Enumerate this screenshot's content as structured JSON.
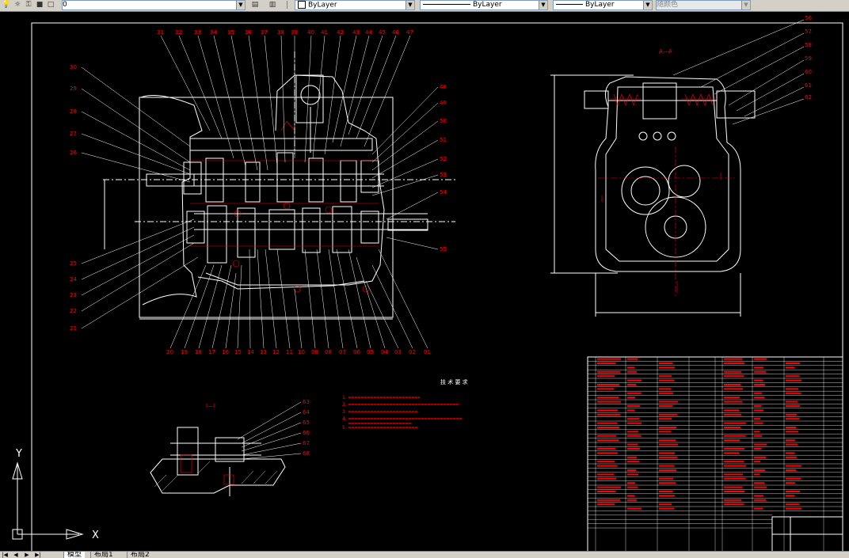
{
  "toolbar": {
    "layer_value": "0",
    "color_value": "ByLayer",
    "linetype_value": "ByLayer",
    "lineweight_value": "ByLayer",
    "plotstyle_value": "随颜色"
  },
  "drawing": {
    "section_label": "A—A",
    "detail_label": "I—I",
    "ucs_x": "X",
    "ucs_y": "Y",
    "notes_title": "技 术 要 求",
    "notes": [
      "1.",
      "2.",
      "3.",
      "4.",
      "5."
    ],
    "left_top_callouts": [
      "31",
      "32",
      "33",
      "34",
      "35",
      "36",
      "37",
      "38",
      "39",
      "40",
      "41",
      "42",
      "43",
      "44",
      "45",
      "46",
      "47"
    ],
    "left_bottom_callouts": [
      "20",
      "19",
      "18",
      "17",
      "16",
      "15",
      "14",
      "13",
      "12",
      "11",
      "10",
      "09",
      "08",
      "07",
      "06",
      "05",
      "04",
      "03",
      "02",
      "01"
    ],
    "left_side_callouts": [
      "30",
      "29",
      "28",
      "27",
      "26"
    ],
    "left_low_callouts": [
      "25",
      "24",
      "23",
      "22",
      "21"
    ],
    "right_side_callouts": [
      "48",
      "49",
      "50",
      "51",
      "52",
      "53",
      "54",
      "55"
    ],
    "right_view_callouts": [
      "56",
      "57",
      "58",
      "59",
      "60",
      "61",
      "62"
    ],
    "detail_callouts": [
      "63",
      "64",
      "65",
      "66",
      "67",
      "68"
    ]
  },
  "tabs": {
    "model": "模型",
    "layout1": "布局1",
    "layout2": "布局2"
  },
  "colors": {
    "background": "#000000",
    "lines": "#ffffff",
    "text": "#ff0000",
    "toolbar": "#d4d0c8"
  }
}
